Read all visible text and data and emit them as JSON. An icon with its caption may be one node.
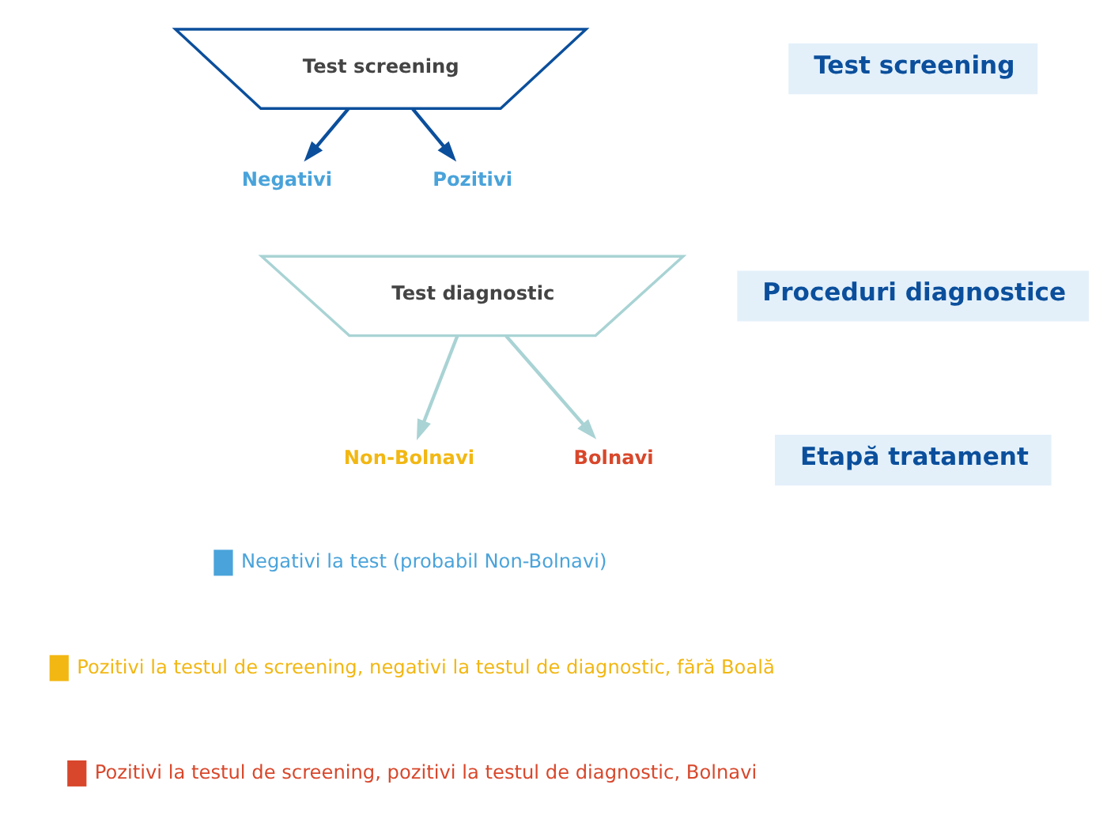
{
  "diagram": {
    "nodes": [
      {
        "text": [
          "Test screening"
        ]
      },
      {
        "text": [
          "Negativi"
        ]
      },
      {
        "text": [
          "Pozitivi"
        ]
      },
      {
        "text": [
          "Test diagnostic"
        ]
      },
      {
        "text": [
          "Non-Bolnavi"
        ]
      },
      {
        "text": [
          "Bolnavi"
        ]
      },
      {
        "text": [
          "Test screening"
        ]
      },
      {
        "text": [
          "Proceduri diagnostice"
        ]
      },
      {
        "text": [
          "Etapă tratament"
        ]
      }
    ],
    "edges": [
      {
        "from": 0,
        "to": 1,
        "arrow": "to",
        "color": "#0b4f9c"
      },
      {
        "from": 0,
        "to": 2,
        "arrow": "to",
        "color": "#0b4f9c"
      },
      {
        "from": 3,
        "to": 4,
        "arrow": "to",
        "color": "#a9d3d4"
      },
      {
        "from": 3,
        "to": 5,
        "arrow": "to",
        "color": "#a9d3d4"
      }
    ],
    "legend": [
      {
        "text": "Negativi la test (probabil Non-Bolnavi)",
        "color": "#4aa3da"
      },
      {
        "text": "Pozitivi la testul de screening, negativi la testul de diagnostic, fără Boală",
        "color": "#f2b713"
      },
      {
        "text": "Pozitivi la testul de screening, pozitivi la testul de diagnostic, Bolnavi",
        "color": "#d8472b"
      }
    ]
  }
}
